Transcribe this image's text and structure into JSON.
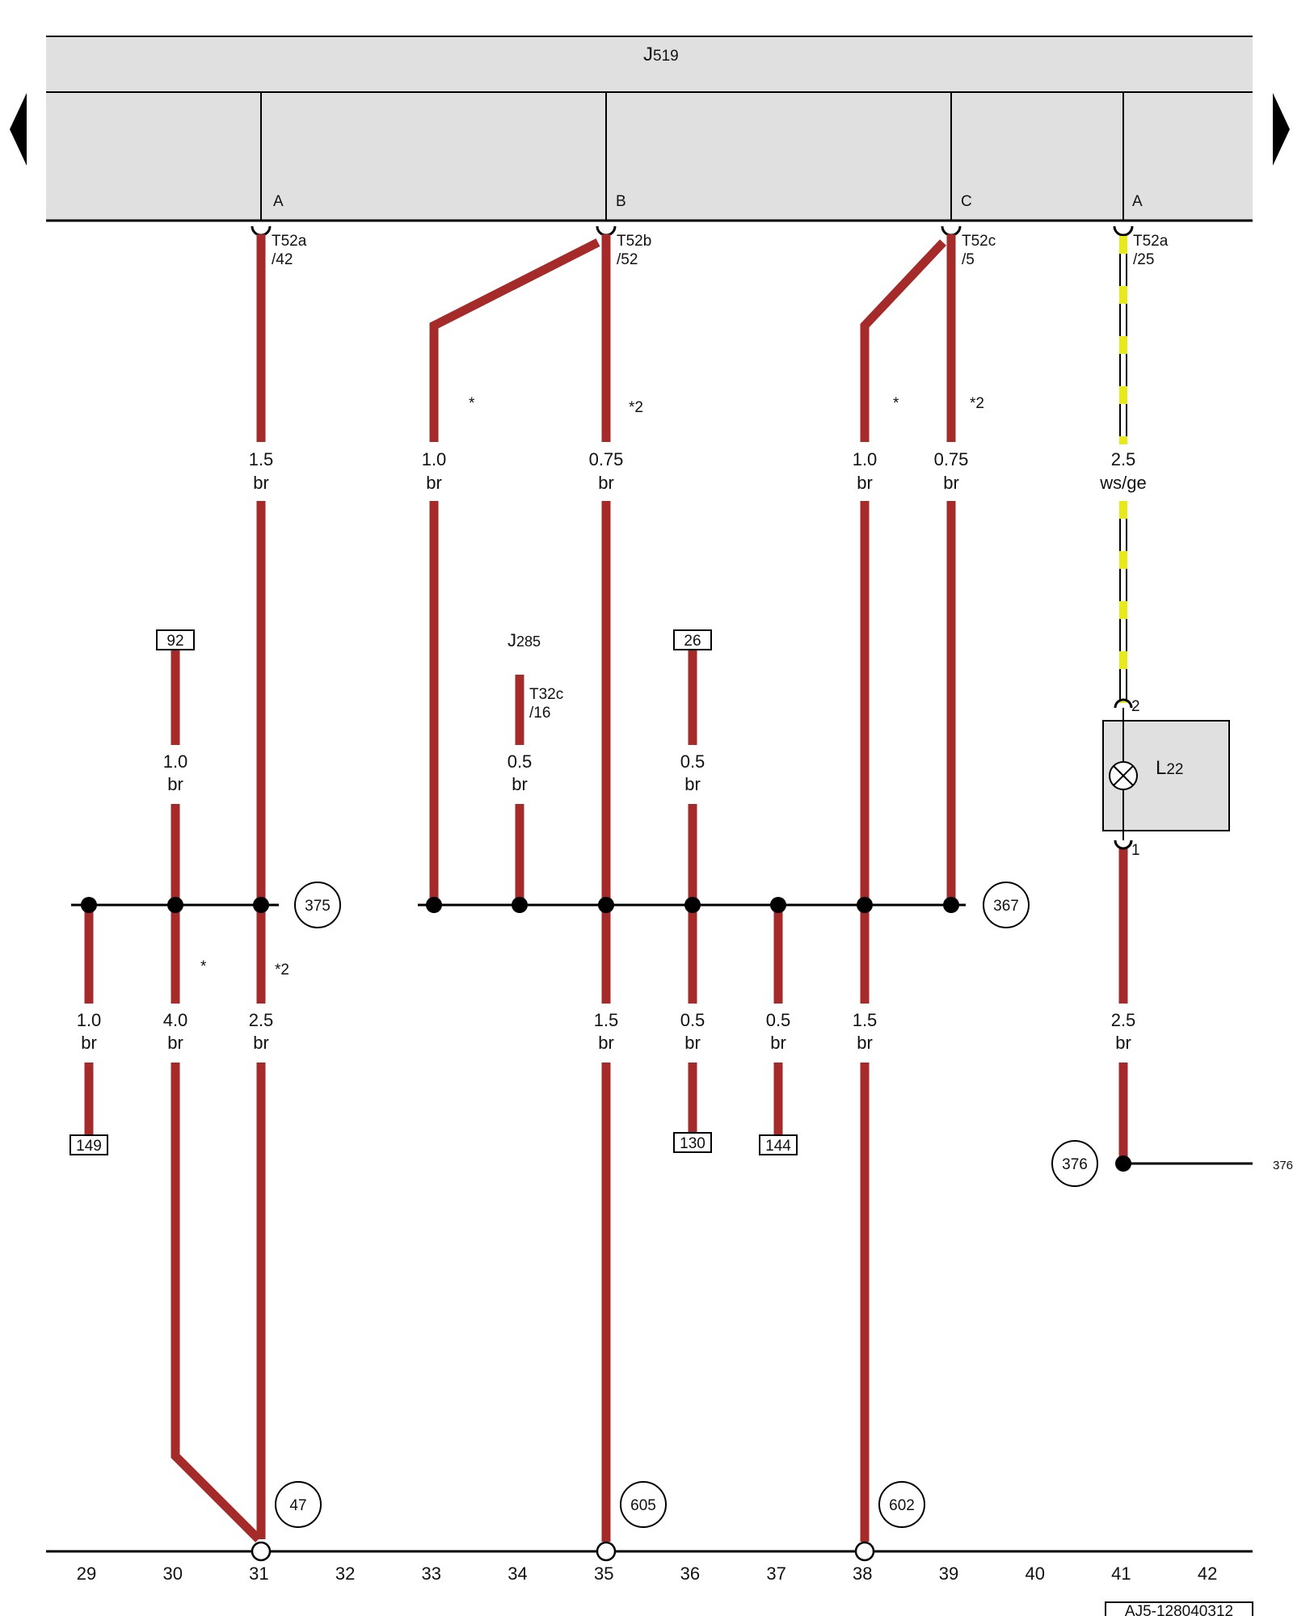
{
  "component_main": {
    "id": "J",
    "sub": "519"
  },
  "nav": {
    "prev": "previous-page",
    "next": "next-page"
  },
  "connectors": [
    {
      "letter": "A",
      "pin": "T52a",
      "pos": "/42"
    },
    {
      "letter": "B",
      "pin": "T52b",
      "pos": "/52"
    },
    {
      "letter": "C",
      "pin": "T52c",
      "pos": "/5"
    },
    {
      "letter": "A",
      "pin": "T52a",
      "pos": "/25"
    }
  ],
  "top_wires": [
    {
      "size": "1.5",
      "color": "br"
    },
    {
      "size": "1.0",
      "color": "br"
    },
    {
      "size": "0.75",
      "color": "br"
    },
    {
      "size": "1.0",
      "color": "br"
    },
    {
      "size": "0.75",
      "color": "br"
    },
    {
      "size": "2.5",
      "color": "ws/ge"
    }
  ],
  "notes": {
    "star": "*",
    "star2": "*2"
  },
  "j285": {
    "id": "J",
    "sub": "285",
    "pin": "T32c",
    "pos": "/16"
  },
  "boxes": {
    "b92": "92",
    "b26": "26",
    "b149": "149",
    "b130": "130",
    "b144": "144"
  },
  "mid_wires": [
    {
      "size": "1.0",
      "color": "br"
    },
    {
      "size": "0.5",
      "color": "br"
    },
    {
      "size": "0.5",
      "color": "br"
    }
  ],
  "bottom_wires": [
    {
      "size": "1.0",
      "color": "br"
    },
    {
      "size": "4.0",
      "color": "br"
    },
    {
      "size": "2.5",
      "color": "br"
    },
    {
      "size": "1.5",
      "color": "br"
    },
    {
      "size": "0.5",
      "color": "br"
    },
    {
      "size": "0.5",
      "color": "br"
    },
    {
      "size": "1.5",
      "color": "br"
    },
    {
      "size": "2.5",
      "color": "br"
    }
  ],
  "circles": {
    "c375": "375",
    "c367": "367",
    "c376": "376",
    "c47": "47",
    "c605": "605",
    "c602": "602"
  },
  "ref_376": "376",
  "lamp": {
    "id": "L",
    "sub": "22",
    "pin_top": "2",
    "pin_bottom": "1"
  },
  "track_numbers": [
    "29",
    "30",
    "31",
    "32",
    "33",
    "34",
    "35",
    "36",
    "37",
    "38",
    "39",
    "40",
    "41",
    "42"
  ],
  "doc_id": "AJ5-128040312",
  "colors": {
    "wire_brown": "#a52a2a",
    "wire_yellow": "#e9e91a",
    "component_fill": "#e0e0e0"
  }
}
